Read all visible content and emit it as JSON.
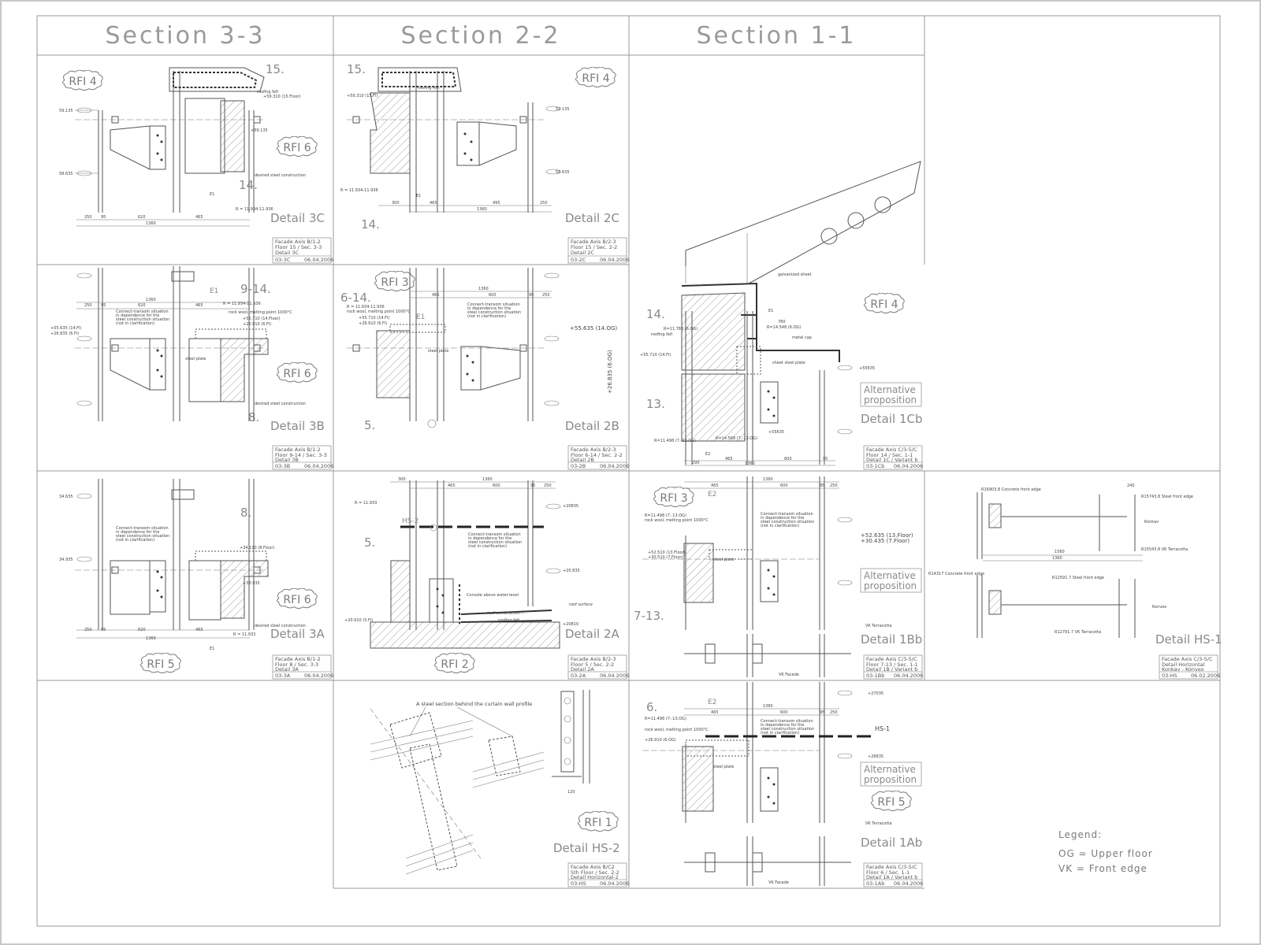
{
  "sections": [
    "Section 3-3",
    "Section 2-2",
    "Section 1-1"
  ],
  "details": [
    {
      "id": "3c",
      "name": "Detail 3C",
      "floor": "15.",
      "rfis": [
        "RFI 4",
        "RFI 6"
      ],
      "extra": "14.",
      "titleblock": [
        "Facade Axis B/1-2",
        "Floor 15 / Sec. 3-3",
        "Detail 3C"
      ],
      "code": "03-3C",
      "date": "06.04.2006",
      "notes": [
        "roofing felt",
        "+59.310 (15.Floor)",
        "+59.135",
        "desired steel construction",
        "E1",
        "R = 11.934-11.936"
      ],
      "dims": [
        "250",
        "95",
        "620",
        "465",
        "1360"
      ],
      "levels": [
        "59.135",
        "58.635"
      ]
    },
    {
      "id": "2c",
      "name": "Detail 2C",
      "floor": "15.",
      "rfis": [
        "RFI 4"
      ],
      "extra": "14.",
      "titleblock": [
        "Facade Axis B/2-3",
        "Floor 15 / Sec. 2-2",
        "Detail 2C"
      ],
      "code": "03-2C",
      "date": "06.04.2006",
      "notes": [
        "roofing felt",
        "+59.310 (15.Fl)",
        "E1",
        "R = 11.934-11.936"
      ],
      "dims": [
        "300",
        "465",
        "495",
        "250",
        "1360"
      ],
      "levels": [
        "59.135",
        "58.635"
      ]
    },
    {
      "id": "3b",
      "name": "Detail 3B",
      "floor": "9-14.",
      "rfis": [
        "RFI 6"
      ],
      "extra": "8.",
      "titleblock": [
        "Facade Axis B/1-2",
        "Floor 9-14 / Sec. 3-3",
        "Detail 3B"
      ],
      "code": "03-3B",
      "date": "06.04.2006",
      "notes": [
        "Connect-transom situation",
        "in dependence for the",
        "steel construction situation",
        "(not in clarification)",
        "rock wool, melting point 1000°C",
        "+55.710 (14.Floor)",
        "+26.910 (6.Fl)",
        "+55.635 (14.Fl)",
        "+26.835 (6.Fl)",
        "steel plate",
        "desired steel construction",
        "E1",
        "R = 11.934-11.936"
      ],
      "dims": [
        "250",
        "95",
        "620",
        "465",
        "1360"
      ]
    },
    {
      "id": "2b",
      "name": "Detail 2B",
      "floor": "6-14.",
      "rfis": [
        "RFI 3"
      ],
      "extra": "5.",
      "titleblock": [
        "Facade Axis B/2-3",
        "Floor 6-14 / Sec. 2-2",
        "Detail 2B"
      ],
      "code": "03-2B",
      "date": "06.04.2006",
      "notes": [
        "R = 11.934-11.936",
        "rock wool, melting point 1000°C",
        "+55.710 (14.Fl)",
        "+26.910 (6.Fl)",
        "Connect-transom situation",
        "in dependence for the",
        "steel construction situation",
        "(not in clarification)",
        "steel plate",
        "+55.635 (14.OG)",
        "+26.835 (6.OG)",
        "E1"
      ],
      "dims": [
        "1360",
        "465",
        "600",
        "95",
        "250"
      ]
    },
    {
      "id": "1cb",
      "name": "Detail 1Cb",
      "floor": "14.",
      "rfis": [
        "RFI 4"
      ],
      "extra": "13.",
      "titleblock": [
        "Facade Axis C/3-5/C",
        "Floor 14 / Sec. 1-1",
        "Detail 1C / Variant b"
      ],
      "code": "03-1Cb",
      "date": "06.04.2006",
      "alt": [
        "Alternative",
        "proposition"
      ],
      "notes": [
        "galvanized sheet",
        "roofing felt",
        "+55.710 (14.Fl)",
        "E1",
        "E2",
        "metal cap",
        "sheet steel plate",
        "+55635",
        "+55635",
        "R=14.548 (6.OG)",
        "R=11.788 (6.OG)",
        "R=11.498 (7.-13.OG)",
        "R=14.568 (7.-13.OG)"
      ],
      "dims": [
        "780",
        "290",
        "465",
        "600",
        "95",
        "1360"
      ]
    },
    {
      "id": "3a",
      "name": "Detail 3A",
      "floor": "8.",
      "rfis": [
        "RFI 6",
        "RFI 5"
      ],
      "extra": "",
      "titleblock": [
        "Facade Axis B/1-2",
        "Floor 8 / Sec. 3-3",
        "Detail 3A"
      ],
      "code": "03-3A",
      "date": "06.04.2006",
      "notes": [
        "Connect-transom situation",
        "in dependence for the",
        "steel construction situation",
        "(not in clarification)",
        "+34.110 (8.Floor)",
        "+33.935",
        "desired steel construction",
        "R = 11.933",
        "E1"
      ],
      "dims": [
        "250",
        "95",
        "620",
        "465",
        "1360"
      ],
      "levels": [
        "34.635",
        "34.935"
      ]
    },
    {
      "id": "2a",
      "name": "Detail 2A",
      "floor": "5.",
      "rfis": [
        "RFI 2"
      ],
      "extra": "",
      "titleblock": [
        "Facade Axis B/2-3",
        "Floor 5 / Sec. 2-2",
        "Detail 2A"
      ],
      "code": "03-2A",
      "date": "06.04.2006",
      "notes": [
        "R = 11.933",
        "HS-2",
        "Connect-transom situation",
        "in dependence for the",
        "steel construction situation",
        "(not in clarification)",
        "Console above water-level",
        "+20.910 (5.Fl)",
        "roof construction ?",
        "roofing felt",
        "roof surface"
      ],
      "dims": [
        "1360",
        "300",
        "465",
        "600",
        "95",
        "250"
      ],
      "levels": [
        "+20835",
        "+20.835",
        "+20810"
      ]
    },
    {
      "id": "1bb",
      "name": "Detail 1Bb",
      "floor": "7-13.",
      "rfis": [
        "RFI 3"
      ],
      "extra": "",
      "titleblock": [
        "Facade Axis C/3-5/C",
        "Floor 7-13 / Sec. 1-1",
        "Detail 1B / Variant b"
      ],
      "code": "03-1Bb",
      "date": "06.04.2006",
      "alt": [
        "Alternative",
        "proposition"
      ],
      "notes": [
        "R=11.498 (7.-13.OG)",
        "rock wool, melting point 1000°C",
        "+52.510 (13.Floor)",
        "+30.510 (7.Floor)",
        "Connect-transom situation",
        "in dependence for the",
        "steel construction situation",
        "(not in clarification)",
        "+52.635 (13.Floor)",
        "+30.435 (7.Floor)",
        "steel plate",
        "VK Terracotta",
        "VK Facade",
        "E2"
      ],
      "dims": [
        "1360",
        "465",
        "600",
        "95",
        "250"
      ]
    },
    {
      "id": "hs1",
      "name": "Detail HS-1",
      "floor": "",
      "rfis": [],
      "extra": "",
      "titleblock": [
        "Facade Axis C/3-5/C",
        "Detail Horizontal",
        "Konkav - Konvex"
      ],
      "code": "03-HS",
      "date": "06.02.2006",
      "notes": [
        "R16903.8 Concrete front edge",
        "R15743.8 Steel front edge",
        "Konkav",
        "R15543.8 VK Terracotta",
        "R14317 Concrete front edge",
        "R12591.7 Steel front edge",
        "Konvex",
        "R12791.7 VK Terracotta"
      ],
      "dims": [
        "1360",
        "1560",
        "240"
      ]
    },
    {
      "id": "hs2",
      "name": "Detail HS-2",
      "floor": "",
      "rfis": [
        "RFI 1"
      ],
      "extra": "",
      "titleblock": [
        "Facade Axis B/C2",
        "5th Floor / Sec. 2-2",
        "Detail Horizontal-2"
      ],
      "code": "03-HS",
      "date": "06.04.2006",
      "notes": [
        "A steel section behind the curtain wall profile"
      ],
      "dims": [
        "120"
      ]
    },
    {
      "id": "1ab",
      "name": "Detail 1Ab",
      "floor": "6.",
      "rfis": [
        "RFI 5"
      ],
      "extra": "",
      "titleblock": [
        "Facade Axis C/3-5/C",
        "Floor 6 / Sec. 1-1",
        "Detail 1A / Variant b"
      ],
      "code": "03-1Ab",
      "date": "06.04.2006",
      "alt": [
        "Alternative",
        "proposition"
      ],
      "notes": [
        "R=11.498 (7.-13.OG)",
        "rock wool, melting point 1000°C",
        "+26.910 (6.OG)",
        "Connect-transom situation",
        "in dependence for the",
        "steel construction situation",
        "(not in clarification)",
        "HS-1",
        "steel plate",
        "+27035",
        "+26835",
        "VK Terracotta",
        "VK Facade",
        "E2"
      ],
      "dims": [
        "1360",
        "465",
        "600",
        "95",
        "250"
      ]
    }
  ],
  "legend": {
    "title": "Legend:",
    "items": [
      "OG = Upper floor",
      "VK = Front edge"
    ]
  }
}
